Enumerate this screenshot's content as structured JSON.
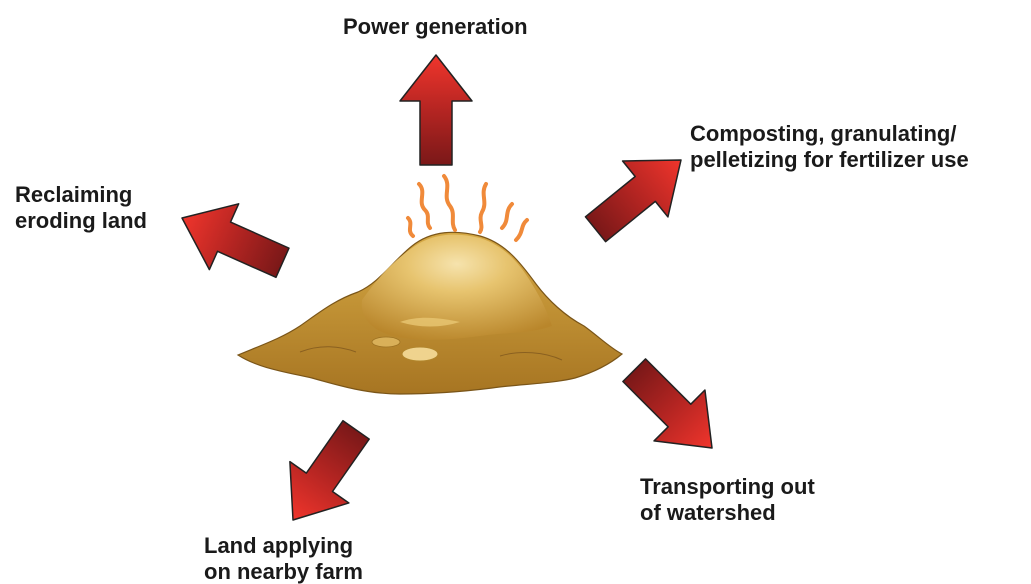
{
  "outputs": [
    {
      "id": "power",
      "lines": [
        "Power generation"
      ]
    },
    {
      "id": "composting",
      "lines": [
        "Composting, granulating/",
        "pelletizing for fertilizer use"
      ]
    },
    {
      "id": "reclaiming",
      "lines": [
        "Reclaiming",
        "eroding land"
      ]
    },
    {
      "id": "transporting",
      "lines": [
        "Transporting out",
        "of watershed"
      ]
    },
    {
      "id": "land-applying",
      "lines": [
        "Land applying",
        "on nearby farm"
      ]
    }
  ],
  "colors": {
    "arrow_dark": "#7a1818",
    "arrow_light": "#f0352c",
    "pile_base": "#c99a33",
    "pile_highlight": "#f4dc9e",
    "heat_lines": "#f08a3a",
    "text": "#1a1a1a"
  }
}
